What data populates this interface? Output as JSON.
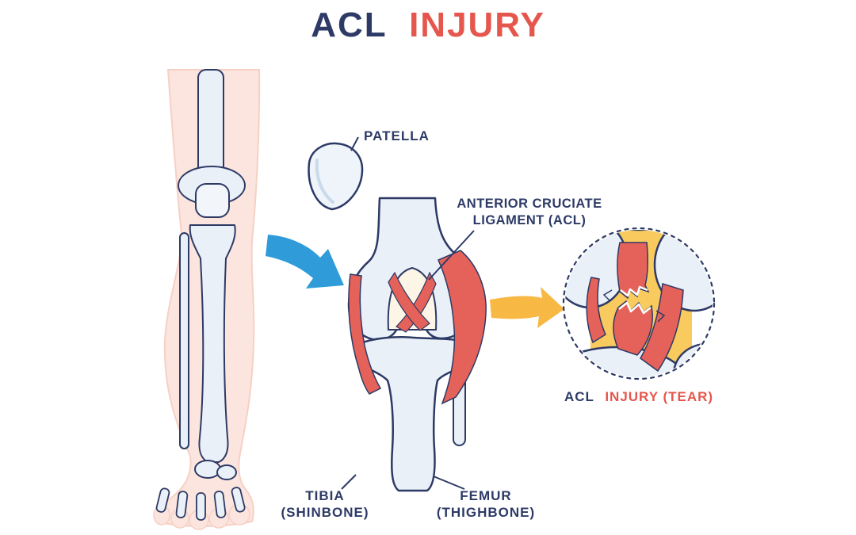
{
  "title": {
    "part1": "ACL",
    "part2": "INJURY"
  },
  "patella": {
    "label": "PATELLA"
  },
  "acl": {
    "label_line1": "ANTERIOR CRUCIATE",
    "label_line2": "LIGAMENT (ACL)"
  },
  "tibia": {
    "label_line1": "TIBIA",
    "label_line2": "(SHINBONE)"
  },
  "femur": {
    "label_line1": "FEMUR",
    "label_line2": "(THIGHBONE)"
  },
  "tear": {
    "label_part1": "ACL",
    "label_part2": "INJURY (TEAR)"
  },
  "icons": {
    "blue_arrow": "zoom-from-leg-to-knee-arrow",
    "yellow_arrow": "zoom-from-knee-to-tear-arrow"
  },
  "colors": {
    "navy_text_outline": "#2d3a66",
    "red_accent": "#e5564d",
    "ligament_red": "#e5625a",
    "skin_pink": "#fce5de",
    "skin_shade": "#f6d0c5",
    "bone_fill": "#e9f0f8",
    "bone_shade": "#c9daea",
    "blue_arrow": "#2f9cd9",
    "yellow_arrow": "#f7b844",
    "tear_background_yellow": "#f9ca5e",
    "notch_cream": "#fdf5e6",
    "background": "#ffffff"
  }
}
